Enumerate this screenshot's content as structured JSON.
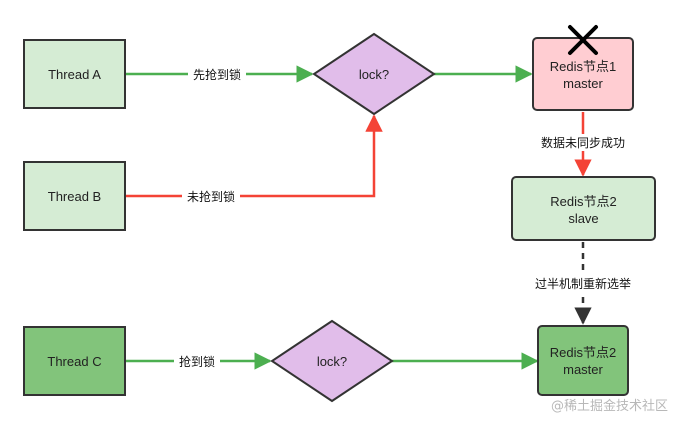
{
  "colors": {
    "green_light": "#d5ecd4",
    "green_dark": "#82c47b",
    "purple": "#e1bdea",
    "pink": "#ffcdd2",
    "stroke": "#333333",
    "edge_green": "#4caf50",
    "edge_red": "#f44336",
    "edge_dashed": "#333333",
    "cross": "#000000"
  },
  "nodes": {
    "thread_a": "Thread A",
    "thread_b": "Thread B",
    "thread_c": "Thread C",
    "lock_1": "lock?",
    "lock_2": "lock?",
    "redis_1": [
      "Redis节点1",
      "master"
    ],
    "redis_2_slave": [
      "Redis节点2",
      "slave"
    ],
    "redis_2_master": [
      "Redis节点2",
      "master"
    ]
  },
  "edges": {
    "a_to_lock": "先抢到锁",
    "b_to_lock": "未抢到锁",
    "redis1_to_redis2": "数据未同步成功",
    "slave_to_master": "过半机制重新选举",
    "c_to_lock": "抢到锁"
  },
  "icons": {
    "failure": "cross-icon"
  },
  "watermark": "@稀土掘金技术社区"
}
